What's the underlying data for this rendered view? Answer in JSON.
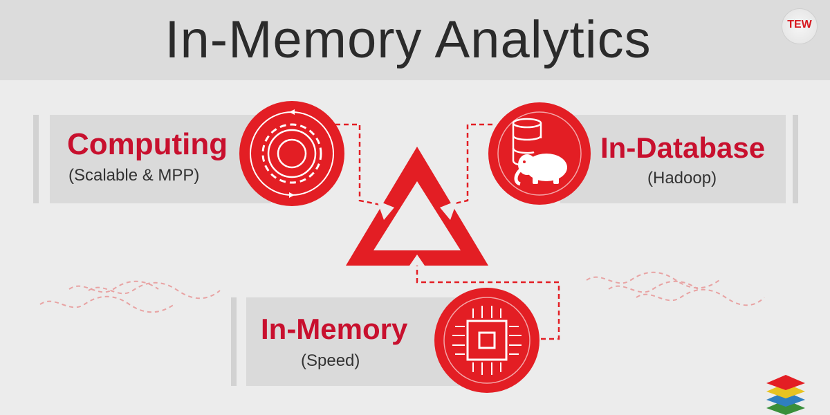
{
  "header": {
    "title": "In-Memory Analytics"
  },
  "logo": {
    "text": "TEW"
  },
  "nodes": {
    "computing": {
      "label": "Computing",
      "sublabel": "(Scalable & MPP)",
      "icon": "gear-icon"
    },
    "database": {
      "label": "In-Database",
      "sublabel": "(Hadoop)",
      "icon": "database-elephant-icon"
    },
    "memory": {
      "label": "In-Memory",
      "sublabel": "(Speed)",
      "icon": "cpu-chip-icon"
    }
  },
  "colors": {
    "accent": "#e31e24",
    "accent_text": "#c8102e",
    "panel": "#dadada",
    "background": "#ececec",
    "header": "#dcdcdc"
  }
}
